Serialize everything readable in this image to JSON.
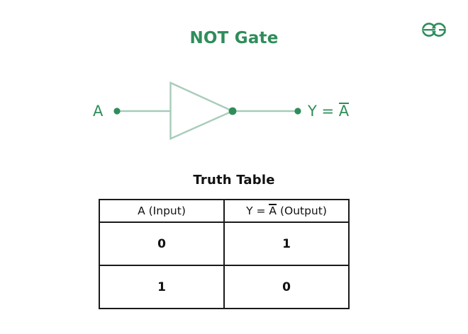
{
  "page": {
    "title": "NOT Gate",
    "title_color": "#2f8d5b",
    "background": "#ffffff"
  },
  "logo": {
    "name": "geeksforgeeks-logo",
    "color": "#2f8d5b"
  },
  "circuit": {
    "gate_type": "NOT",
    "symbol": "triangle-inverter",
    "stroke_color": "#a8ccba",
    "node_color": "#2f8d5b",
    "input_label": "A",
    "output_label_prefix": "Y = ",
    "output_label_var": "A",
    "output_label_full": "Y = Ā"
  },
  "truth_table": {
    "heading": "Truth Table",
    "headers": {
      "input": "A (Input)",
      "output_prefix": "Y = ",
      "output_var": "A",
      "output_suffix": " (Output)",
      "output_full": "Y = Ā (Output)"
    },
    "rows": [
      {
        "input": "0",
        "output": "1"
      },
      {
        "input": "1",
        "output": "0"
      }
    ],
    "border_color": "#1a1a1a",
    "text_color": "#111111"
  }
}
